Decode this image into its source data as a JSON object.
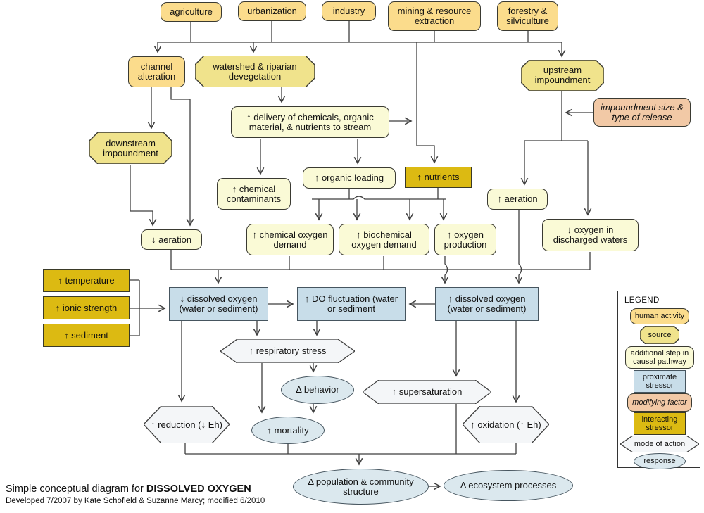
{
  "nodes": {
    "agriculture": {
      "label": "agriculture",
      "type": "human activity"
    },
    "urbanization": {
      "label": "urbanization",
      "type": "human activity"
    },
    "industry": {
      "label": "industry",
      "type": "human activity"
    },
    "mining": {
      "label": "mining & resource extraction",
      "type": "human activity"
    },
    "forestry": {
      "label": "forestry & silviculture",
      "type": "human activity"
    },
    "channel": {
      "label": "channel alteration",
      "type": "human activity"
    },
    "watershed": {
      "label": "watershed & riparian devegetation",
      "type": "source"
    },
    "upstream": {
      "label": "upstream impoundment",
      "type": "source"
    },
    "downstream": {
      "label": "downstream impoundment",
      "type": "source"
    },
    "impoundment_size": {
      "label": "impoundment size & type of release",
      "type": "modifying factor"
    },
    "delivery": {
      "label": "↑ delivery of chemicals, organic material, & nutrients to stream",
      "type": "additional step"
    },
    "chem_contaminants": {
      "label": "↑ chemical contaminants",
      "type": "additional step"
    },
    "organic_loading": {
      "label": "↑ organic loading",
      "type": "additional step"
    },
    "nutrients": {
      "label": "↑ nutrients",
      "type": "interacting stressor"
    },
    "aeration_up": {
      "label": "↑ aeration",
      "type": "additional step"
    },
    "cod": {
      "label": "↑ chemical oxygen demand",
      "type": "additional step"
    },
    "bod": {
      "label": "↑ biochemical oxygen demand",
      "type": "additional step"
    },
    "oxygen_production": {
      "label": "↑ oxygen production",
      "type": "additional step"
    },
    "oxygen_discharged": {
      "label": "↓ oxygen in discharged waters",
      "type": "additional step"
    },
    "aeration_down": {
      "label": "↓ aeration",
      "type": "additional step"
    },
    "temperature": {
      "label": "↑ temperature",
      "type": "interacting stressor"
    },
    "ionic_strength": {
      "label": "↑ ionic strength",
      "type": "interacting stressor"
    },
    "sediment": {
      "label": "↑ sediment",
      "type": "interacting stressor"
    },
    "do_down": {
      "label": "↓ dissolved oxygen (water or sediment)",
      "type": "proximate stressor"
    },
    "do_fluct": {
      "label": "↑ DO fluctuation (water or sediment",
      "type": "proximate stressor"
    },
    "do_up": {
      "label": "↑ dissolved oxygen (water or sediment)",
      "type": "proximate stressor"
    },
    "respiratory": {
      "label": "↑ respiratory stress",
      "type": "mode of action"
    },
    "supersaturation": {
      "label": "↑ supersaturation",
      "type": "mode of action"
    },
    "reduction": {
      "label": "↑ reduction (↓ Eh)",
      "type": "mode of action"
    },
    "oxidation": {
      "label": "↑ oxidation (↑ Eh)",
      "type": "mode of action"
    },
    "behavior": {
      "label": "Δ behavior",
      "type": "response"
    },
    "mortality": {
      "label": "↑ mortality",
      "type": "response"
    },
    "population": {
      "label": "Δ population & community structure",
      "type": "response"
    },
    "ecosystem": {
      "label": "Δ ecosystem processes",
      "type": "response"
    }
  },
  "legend": {
    "title": "LEGEND",
    "items": [
      {
        "label": "human activity"
      },
      {
        "label": "source"
      },
      {
        "label": "additional step in causal pathway"
      },
      {
        "label": "proximate stressor"
      },
      {
        "label": "modifying factor"
      },
      {
        "label": "interacting stressor"
      },
      {
        "label": "mode of action"
      },
      {
        "label": "response"
      }
    ]
  },
  "caption": {
    "prefix": "Simple conceptual diagram for ",
    "highlight": "DISSOLVED OXYGEN",
    "credit": "Developed 7/2007 by Kate Schofield & Suzanne Marcy; modified 6/2010"
  },
  "colors": {
    "human_activity": "#fbdc8c",
    "source": "#f0e38c",
    "additional_step": "#fafad6",
    "proximate_stressor": "#c8dde9",
    "modifying_factor": "#f2c9a6",
    "interacting_stressor": "#dcba12",
    "mode_of_action": "#f4f6f8",
    "response": "#dbe8ee",
    "line": "#3f3f3f"
  }
}
